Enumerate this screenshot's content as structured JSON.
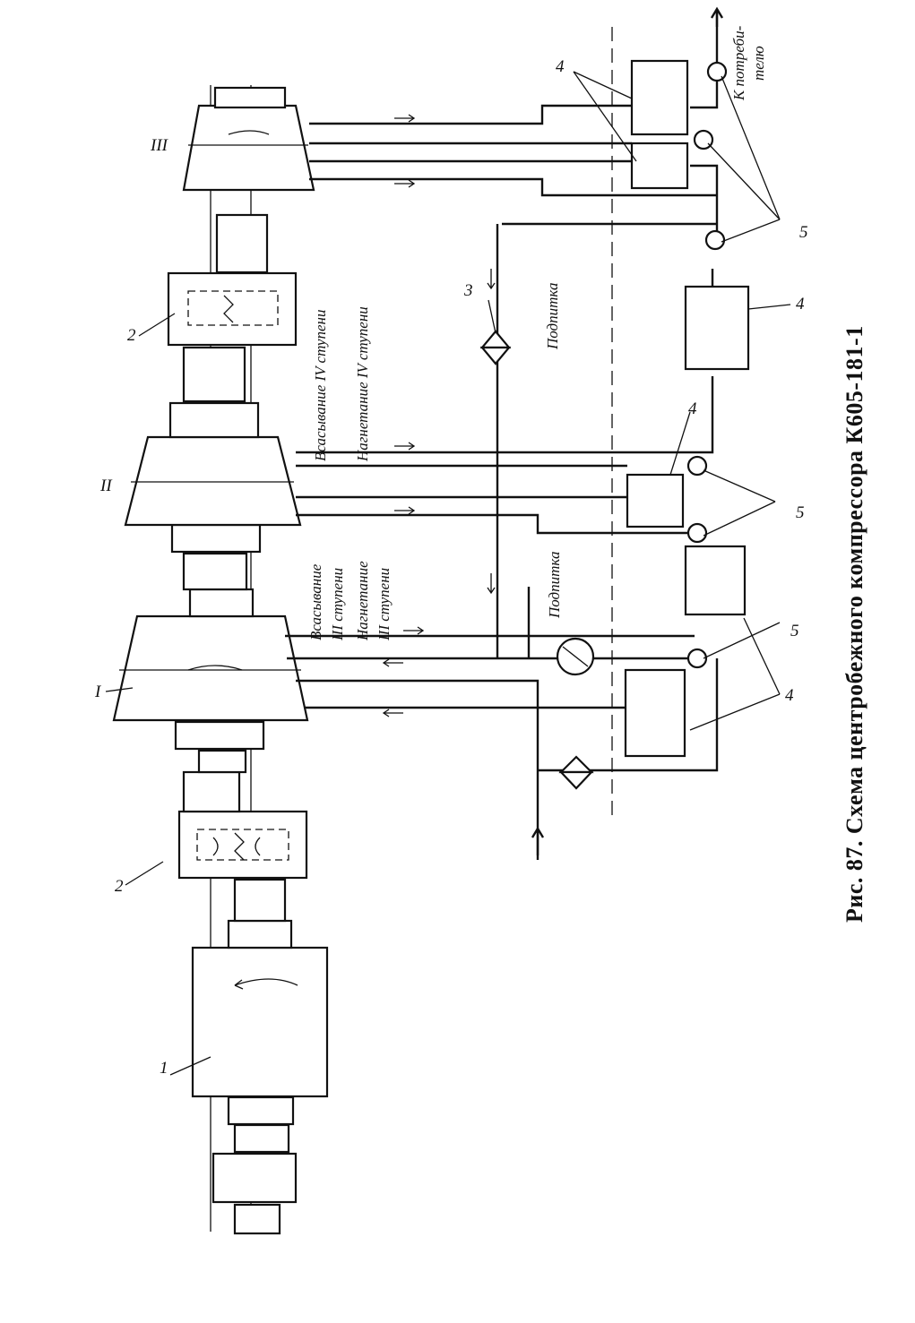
{
  "figure": {
    "caption": "Рис. 87. Схема центробежного компрессора К605-181-1"
  },
  "callouts": {
    "motor": "1",
    "gearbox_left": "2",
    "gearbox_right": "2",
    "stage_I": "I",
    "stage_II": "II",
    "stage_III": "III",
    "valve": "3",
    "cooler_a": "4",
    "cooler_b": "4",
    "cooler_c": "4",
    "cooler_d": "4",
    "instr_a": "5",
    "instr_b": "5",
    "instr_c": "5"
  },
  "labels": {
    "suction_iv": "Всасывание IV ступени",
    "discharge_iv": "Нагнетание IV ступени",
    "feed_top": "Подпитка",
    "suction_iii_word": "Всасывание",
    "suction_iii_stage": "III ступени",
    "discharge_iii_word": "Нагнетание",
    "discharge_iii_stage": "III ступени",
    "feed_bottom": "Подпитка",
    "consumer_line1": "К потреби-",
    "consumer_line2": "телю"
  }
}
